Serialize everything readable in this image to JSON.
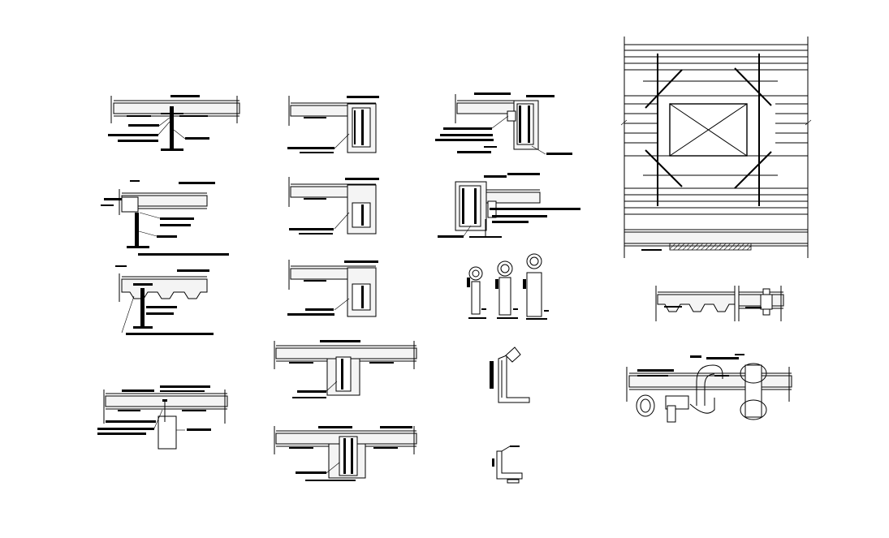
{
  "drawing": {
    "background": "#ffffff",
    "line_color": "#000000",
    "details": [
      {
        "id": "steel-beam-slab-connection"
      },
      {
        "id": "steel-beam-slab-edge"
      },
      {
        "id": "steel-beam-ribbed-deck"
      },
      {
        "id": "slab-concrete-post"
      },
      {
        "id": "slab-edge-beam-1"
      },
      {
        "id": "slab-edge-beam-2"
      },
      {
        "id": "slab-edge-beam-3"
      },
      {
        "id": "slab-interior-beam-1"
      },
      {
        "id": "slab-interior-beam-2"
      },
      {
        "id": "slab-edge-beam-column-1"
      },
      {
        "id": "slab-edge-beam-column-2"
      },
      {
        "id": "pipe-sleeve-sections"
      },
      {
        "id": "angled-pipe-support"
      },
      {
        "id": "z-bracket"
      },
      {
        "id": "slab-opening-plan"
      },
      {
        "id": "slab-opening-section"
      },
      {
        "id": "ribbed-deck-sleeve-sections"
      },
      {
        "id": "pipe-through-slab-section"
      }
    ]
  }
}
